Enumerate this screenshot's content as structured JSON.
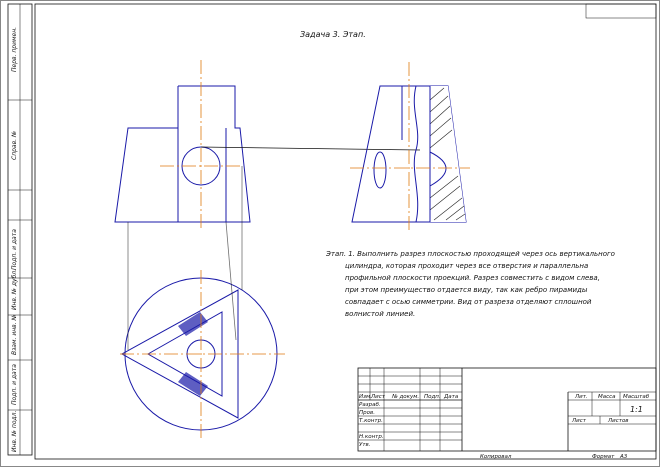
{
  "task": {
    "title": "Задача 3. Этап.",
    "step_text_lines": [
      "Этап. 1. Выполнить разрез плоскостью проходящей через ось вертикального",
      "цилиндра, которая проходит через все отверстия и параллельна",
      "профильной плоскости проекций. Разрез совместить с видом слева,",
      "при этом преимущество отдается виду, так как ребро пирамиды",
      "совпадает с осью симметрии. Вид от разреза отделяют сплошной",
      "волнистой линией."
    ]
  },
  "side_stamp": {
    "labels": [
      "Перв. примен.",
      "Справ. №",
      "Подп. и дата",
      "Инв. № дубл.",
      "Взам. инв. №",
      "Подп. и дата",
      "Инв. № подл."
    ]
  },
  "title_block": {
    "row_labels": [
      "Изм.",
      "Лист",
      "№ докум.",
      "Подп.",
      "Дата"
    ],
    "role_labels": [
      "Разраб.",
      "Пров.",
      "Т.контр.",
      "Н.контр.",
      "Утв."
    ],
    "col_labels": [
      "Лит.",
      "Масса",
      "Масштаб"
    ],
    "scale": "1:1",
    "sheet_label": "Лист",
    "sheets_label": "Листов",
    "footer_left": "Копировал",
    "footer_format_label": "Формат",
    "footer_format_value": "А3"
  },
  "colors": {
    "outline": "#1a1aa8",
    "axis": "#e07a10",
    "frame": "#111111"
  }
}
